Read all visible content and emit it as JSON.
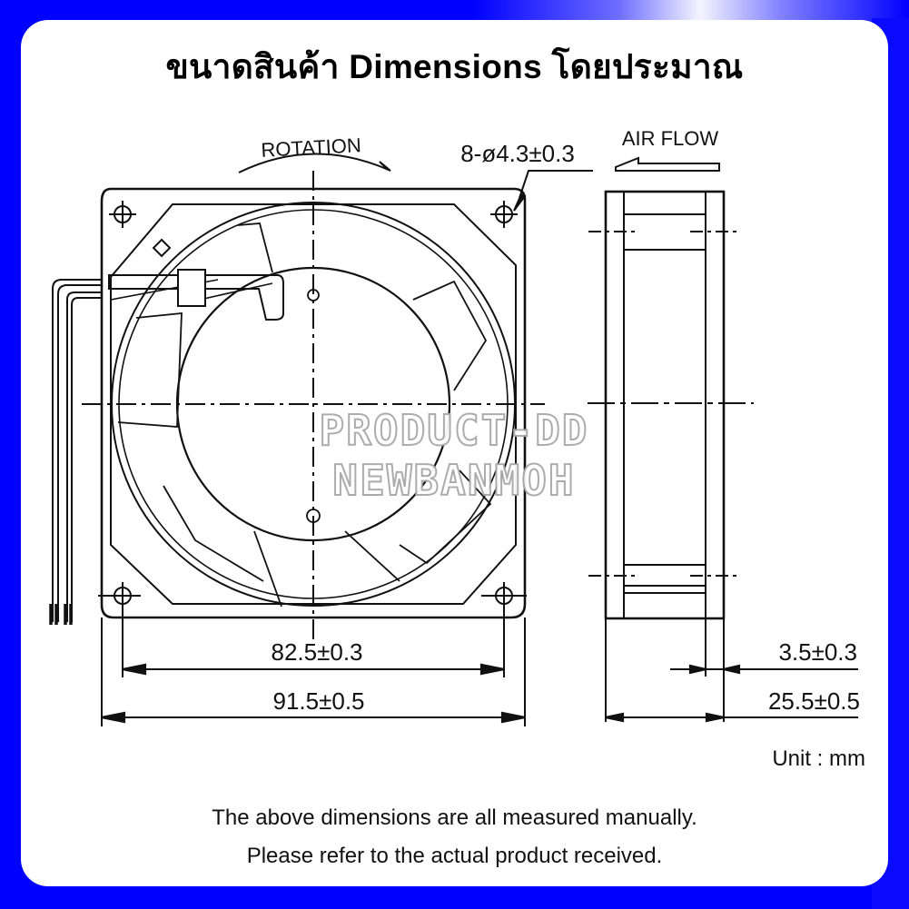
{
  "title": "ขนาดสินค้า Dimensions โดยประมาณ",
  "colors": {
    "frame_blue": "#0000ff",
    "card_background": "#ffffff",
    "line": "#111111",
    "watermark_outline": "#a8a8a8"
  },
  "diagram": {
    "front_view": {
      "rotation_label": "ROTATION",
      "hole_spec": "8-ø4.3±0.3",
      "inner_dimension": "82.5±0.3",
      "outer_dimension": "91.5±0.5"
    },
    "side_view": {
      "airflow_label": "AIR FLOW",
      "flange_dimension": "3.5±0.3",
      "depth_dimension": "25.5±0.5"
    },
    "unit_label": "Unit : mm"
  },
  "watermark": {
    "line1": "PRODUCT-DD",
    "line2": "NEWBANMOH"
  },
  "notes": {
    "line1": "The above dimensions are all measured manually.",
    "line2": "Please refer to the actual product received."
  }
}
